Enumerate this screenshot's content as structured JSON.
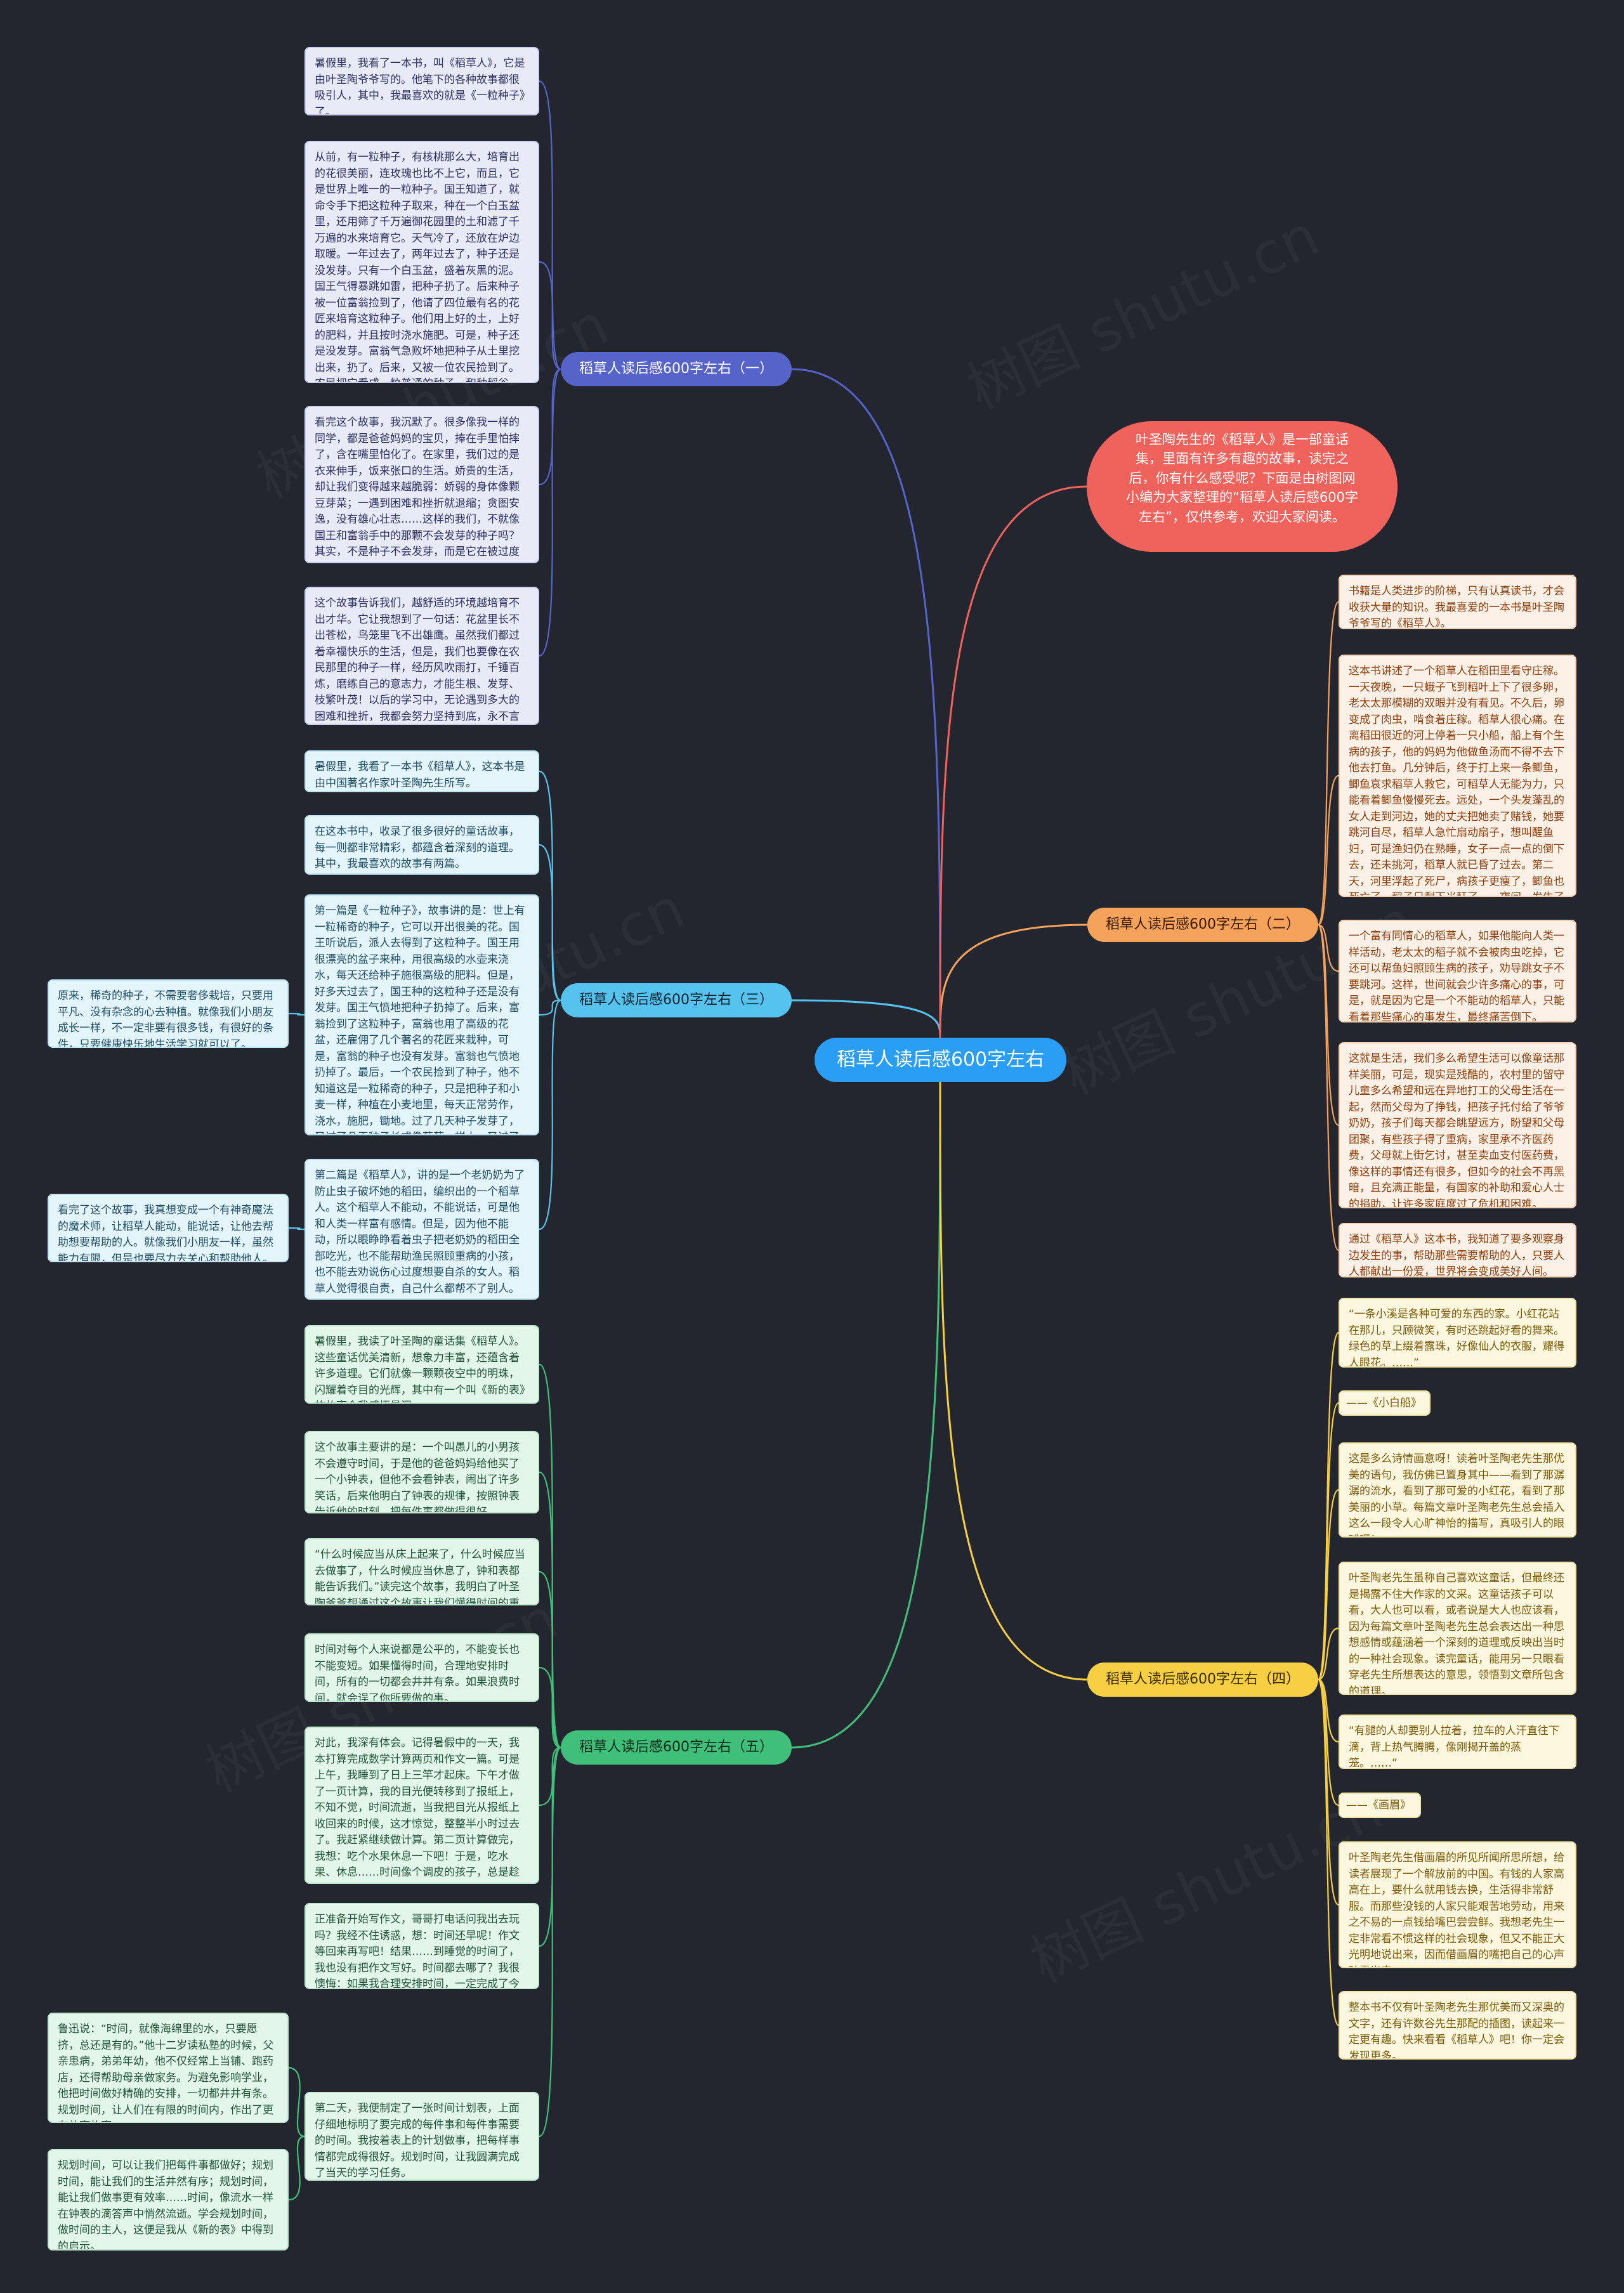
{
  "root": "稻草人读后感600字左右",
  "intro": "叶圣陶先生的《稻草人》是一部童话集，里面有许多有趣的故事，读完之后，你有什么感受呢？下面是由树图网小编为大家整理的“稻草人读后感600字左右”，仅供参考，欢迎大家阅读。",
  "branch1": {
    "title": "稻草人读后感600字左右（一）",
    "items": [
      "暑假里，我看了一本书，叫《稻草人》，它是由叶圣陶爷爷写的。他笔下的各种故事都很吸引人，其中，我最喜欢的就是《一粒种子》了。",
      "从前，有一粒种子，有核桃那么大，培育出的花很美丽，连玫瑰也比不上它，而且，它是世界上唯一的一粒种子。国王知道了，就命令手下把这粒种子取来，种在一个白玉盆里，还用筛了千万遍御花园里的土和滤了千万遍的水来培育它。天气冷了，还放在炉边取暖。一年过去了，两年过去了，种子还是没发芽。只有一个白玉盆，盛着灰黑的泥。国王气得暴跳如雷，把种子扔了。后来种子被一位富翁捡到了，他请了四位最有名的花匠来培育这粒种子。他们用上好的土，上好的肥料，并且按时浇水施肥。可是，种子还是没发芽。富翁气急败坏地把种子从土里挖出来，扔了。后来，又被一位农民捡到了。农民把它看成一粒普通的种子，和种稻谷一样：播种、施肥、锄草、浇水，最后，种子发芽了！最后，开出了鲜艳的花儿！",
      "看完这个故事，我沉默了。很多像我一样的同学，都是爸爸妈妈的宝贝，捧在手里怕摔了，含在嘴里怕化了。在家里，我们过的是衣来伸手，饭来张口的生活。娇贵的生活，却让我们变得越来越脆弱：娇弱的身体像颗豆芽菜；一遇到困难和挫折就退缩；贪图安逸，没有雄心壮志……这样的我们，不就像国王和富翁手中的那颗不会发芽的种子吗？其实，不是种子不会发芽，而是它在被过度的保护下，已经失去了发芽的能力！",
      "这个故事告诉我们，越舒适的环境越培育不出才华。它让我想到了一句话：花盆里长不出苍松，鸟笼里飞不出雄鹰。虽然我们都过着幸福快乐的生活，但是，我们也要像在农民那里的种子一样，经历风吹雨打，千锤百炼，磨练自己的意志力，才能生根、发芽、枝繁叶茂！以后的学习中，无论遇到多大的困难和挫折，我都会努力坚持到底，永不言弃。因为，不经历风雨，怎能见彩虹？"
    ]
  },
  "branch3": {
    "title": "稻草人读后感600字左右（三）",
    "items": [
      "暑假里，我看了一本书《稻草人》，这本书是由中国著名作家叶圣陶先生所写。",
      "在这本书中，收录了很多很好的童话故事，每一则都非常精彩，都蕴含着深刻的道理。其中，我最喜欢的故事有两篇。",
      "第一篇是《一粒种子》，故事讲的是：世上有一粒稀奇的种子，它可以开出很美的花。国王听说后，派人去得到了这粒种子。国王用很漂亮的盆子来种，用很高级的水壶来浇水，每天还给种子施很高级的肥料。但是，好多天过去了，国王种的这粒种子还是没有发芽。国王气愤地把种子扔掉了。后来，富翁捡到了这粒种子，富翁也用了高级的花盆，还雇佣了几个著名的花匠来栽种，可是，富翁的种子也没有发芽。富翁也气愤地扔掉了。最后，一个农民捡到了种子，他不知道这是一粒稀奇的种子，只是把种子和小麦一样，种植在小麦地里，每天正常劳作，浇水，施肥，锄地。过了几天种子发芽了，又过了几天种子长成像葡萄一样大，又过了几天种子长得像西瓜一样大，香气扑鼻，晶莹剔透，非常好看。",
      "第二篇是《稻草人》，讲的是一个老奶奶为了防止虫子破坏她的稻田，编织出的一个稻草人。这个稻草人不能动，不能说话，可是他和人类一样富有感情。但是，因为他不能动，所以眼睁睁看着虫子把老奶奶的稻田全部吃光，也不能帮助渔民照顾重病的小孩，也不能去劝说伤心过度想要自杀的女人。稻草人觉得很自责，自己什么都帮不了别人。所以他伤心地倒下了。"
    ],
    "side": [
      "原来，稀奇的种子，不需要奢侈栽培，只要用平凡、没有杂念的心去种植。就像我们小朋友成长一样，不一定非要有很多钱，有很好的条件，只要健康快乐地生活学习就可以了。",
      "看完了这个故事，我真想变成一个有神奇魔法的魔术师，让稻草人能动，能说话，让他去帮助想要帮助的人。就像我们小朋友一样，虽然能力有限，但是也要尽力去关心和帮助他人。"
    ]
  },
  "branch5": {
    "title": "稻草人读后感600字左右（五）",
    "items": [
      "暑假里，我读了叶圣陶的童话集《稻草人》。这些童话优美清新，想象力丰富，还蕴含着许多道理。它们就像一颗颗夜空中的明珠，闪耀着夺目的光辉，其中有一个叫《新的表》的故事令我感悟最深。",
      "这个故事主要讲的是：一个叫愚儿的小男孩不会遵守时间，于是他的爸爸妈妈给他买了一个小钟表，但他不会看钟表，闹出了许多笑话，后来他明白了钟表的规律，按照钟表告诉他的时刻，把每件事都做得很好。",
      "“什么时候应当从床上起来了，什么时候应当去做事了，什么时候应当休息了，钟和表都能告诉我们。”读完这个故事，我明白了叶圣陶爷爷想通过这个故事让我们懂得时间的重要。",
      "时间对每个人来说都是公平的，不能变长也不能变短。如果懂得时间，合理地安排时间，所有的一切都会井井有条。如果浪费时间，就会误了你所要做的事。",
      "对此，我深有体会。记得暑假中的一天，我本打算完成数学计算两页和作文一篇。可是上午，我睡到了日上三竿才起床。下午才做了一页计算，我的目光便转移到了报纸上，不知不觉，时间流逝，当我把目光从报纸上收回来的时候，这才惊觉，整整半小时过去了。我赶紧继续做计算。第二页计算做完，我想：吃个水果休息一下吧！于是，吃水果、休息……时间像个调皮的孩子，总是趁我不注意的时候偷偷溜走，竟然又半小时过去了。",
      "正准备开始写作文，哥哥打电话问我出去玩吗？我经不住诱惑，想：时间还早呢！作文等回来再写吧！结果……到睡觉的时间了，我也没有把作文写好。时间都去哪了？我很懊悔：如果我合理安排时间，一定完成了今天的任务。",
      "第二天，我便制定了一张时间计划表，上面仔细地标明了要完成的每件事和每件事需要的时间。我按着表上的计划做事，把每样事情都完成得很好。规划时间，让我圆满完成了当天的学习任务。"
    ],
    "side": [
      "鲁迅说：“时间，就像海绵里的水，只要愿挤，总还是有的。”他十二岁读私塾的时候，父亲患病，弟弟年幼，他不仅经常上当铺、跑药店，还得帮助母亲做家务。为避免影响学业，他把时间做好精确的安排，一切都井井有条。规划时间，让人们在有限的时间内，作出了更有效率的事。",
      "规划时间，可以让我们把每件事都做好；规划时间，能让我们的生活井然有序；规划时间，能让我们做事更有效率……时间，像流水一样在钟表的滴答声中悄然流逝。学会规划时间，做时间的主人，这便是我从《新的表》中得到的启示。"
    ]
  },
  "branch2": {
    "title": "稻草人读后感600字左右（二）",
    "items": [
      "书籍是人类进步的阶梯，只有认真读书，才会收获大量的知识。我最喜爱的一本书是叶圣陶爷爷写的《稻草人》。",
      "这本书讲述了一个稻草人在稻田里看守庄稼。一天夜晚，一只蛾子飞到稻叶上下了很多卵，老太太那模糊的双眼并没有看见。不久后，卵变成了肉虫，啃食着庄稼。稻草人很心痛。在离稻田很近的河上停着一只小船，船上有个生病的孩子，他的妈妈为他做鱼汤而不得不去下他去打鱼。几分钟后，终于打上来一条鲫鱼，鲫鱼哀求稻草人救它，可稻草人无能为力，只能看着鲫鱼慢慢死去。远处，一个头发蓬乱的女人走到河边，她的丈夫把她卖了赌钱，她要跳河自尽，稻草人急忙扇动扇子，想叫醒鱼妇，可是渔妇仍在熟睡，女子一点一点的倒下去，还未挑河，稻草人就已昏了过去。第二天，河里浮起了死尸，病孩子更瘦了，鲫鱼也死亡了，稻子只剩下光秆了。一夜间，发生了这么多悲惨的事，无助的稻草人倒在稻田里。",
      "一个富有同情心的稻草人，如果他能向人类一样活动，老太太的稻子就不会被肉虫吃掉，它还可以帮鱼妇照顾生病的孩子，劝导跳女子不要跳河。这样，世间就会少许多痛心的事，可是，就是因为它是一个不能动的稻草人，只能看着那些痛心的事发生，最终痛苦倒下。",
      "这就是生活，我们多么希望生活可以像童话那样美丽，可是，现实是残酷的，农村里的留守儿童多么希望和远在异地打工的父母生活在一起，然而父母为了挣钱，把孩子托付给了爷爷奶奶，孩子们每天都会眺望远方，盼望和父母团聚，有些孩子得了重病，家里承不齐医药费，父母就上街乞讨，甚至卖血支付医药费，像这样的事情还有很多，但如今的社会不再黑暗，且充满正能量，有国家的补助和爱心人士的捐助，让许多家庭度过了危机和困难。",
      "通过《稻草人》这本书，我知道了要多观察身边发生的事，帮助那些需要帮助的人，只要人人都献出一份爱，世界将会变成美好人间。"
    ]
  },
  "branch4": {
    "title": "稻草人读后感600字左右（四）",
    "items": [
      "“一条小溪是各种可爱的东西的家。小红花站在那儿，只顾微笑，有时还跳起好看的舞来。绿色的草上缀着露珠，好像仙人的衣服，耀得人眼花。……”",
      "——《小白船》",
      "这是多么诗情画意呀！读着叶圣陶老先生那优美的语句，我仿佛已置身其中——看到了那潺潺的流水，看到了那可爱的小红花，看到了那美丽的小草。每篇文章叶圣陶老先生总会插入这么一段令人心旷神怡的描写，真吸引人的眼球呀！",
      "叶圣陶老先生虽称自己喜欢这童话，但最终还是揭露不住大作家的文采。这童话孩子可以看，大人也可以看，或者说是大人也应该看，因为每篇文章叶圣陶老先生总会表达出一种思想感情或蕴涵着一个深刻的道理或反映出当时的一种社会现象。读完童话，能用另一只眼看穿老先生所想表达的意思，领悟到文章所包含的道理。",
      "“有腿的人却要别人拉着，拉车的人汗直往下滴，背上热气腾腾，像刚揭开盖的蒸笼。……”",
      "——《画眉》",
      "叶圣陶老先生借画眉的所见所闻所思所想，给读者展现了一个解放前的中国。有钱的人家高高在上，要什么就用钱去换，生活得非常舒服。而那些没钱的人家只能艰苦地劳动，用来之不易的一点钱给嘴巴尝尝鲜。我想老先生一定非常看不惯这样的社会现象，但又不能正大光明地说出来，因而借画眉的嘴把自己的心声吐露出来。",
      "整本书不仅有叶圣陶老先生那优美而又深奥的文字，还有许数谷先生那配的插图，读起来一定更有趣。快来看看《稻草人》吧！你一定会发现更多。"
    ]
  },
  "colors": {
    "b1": "#5663c9",
    "b3": "#56c3ee",
    "b5": "#3fbf79",
    "b2": "#f5a25b",
    "b4": "#f7cf43",
    "intro": "#f0625c",
    "root": "#2a9df4"
  }
}
